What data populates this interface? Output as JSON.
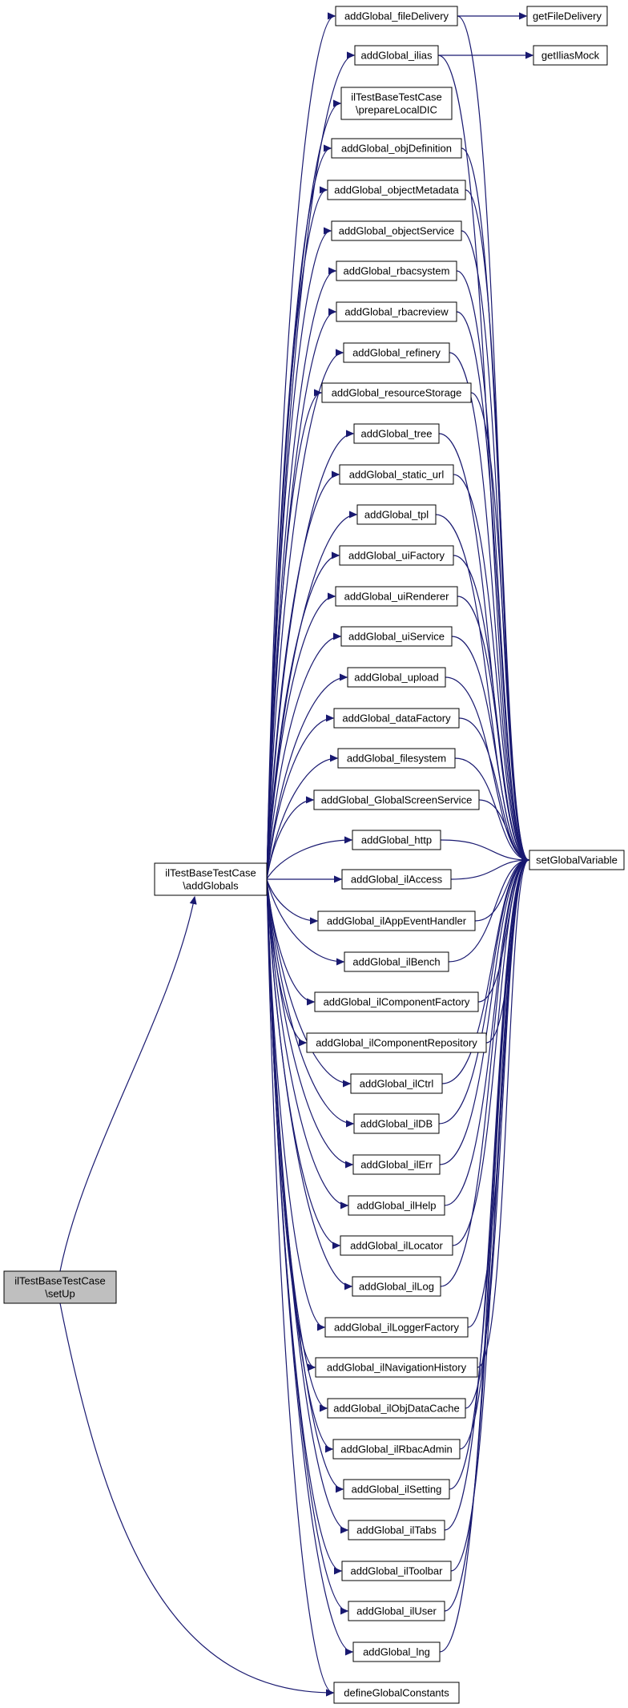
{
  "graph": {
    "root": "setUp",
    "nodes": [
      {
        "id": "setUp",
        "lines": [
          "ilTestBaseTestCase",
          "\\setUp"
        ],
        "highlighted": true
      },
      {
        "id": "addGlobals",
        "lines": [
          "ilTestBaseTestCase",
          "\\addGlobals"
        ]
      },
      {
        "id": "defineGlobalConstants",
        "lines": [
          "defineGlobalConstants"
        ]
      },
      {
        "id": "setGlobalVariable",
        "lines": [
          "setGlobalVariable"
        ]
      },
      {
        "id": "getFileDelivery",
        "lines": [
          "getFileDelivery"
        ]
      },
      {
        "id": "getIliasMock",
        "lines": [
          "getIliasMock"
        ]
      },
      {
        "id": "addGlobal_fileDelivery",
        "lines": [
          "addGlobal_fileDelivery"
        ]
      },
      {
        "id": "addGlobal_ilias",
        "lines": [
          "addGlobal_ilias"
        ]
      },
      {
        "id": "prepareLocalDIC",
        "lines": [
          "ilTestBaseTestCase",
          "\\prepareLocalDIC"
        ]
      },
      {
        "id": "addGlobal_objDefinition",
        "lines": [
          "addGlobal_objDefinition"
        ]
      },
      {
        "id": "addGlobal_objectMetadata",
        "lines": [
          "addGlobal_objectMetadata"
        ]
      },
      {
        "id": "addGlobal_objectService",
        "lines": [
          "addGlobal_objectService"
        ]
      },
      {
        "id": "addGlobal_rbacsystem",
        "lines": [
          "addGlobal_rbacsystem"
        ]
      },
      {
        "id": "addGlobal_rbacreview",
        "lines": [
          "addGlobal_rbacreview"
        ]
      },
      {
        "id": "addGlobal_refinery",
        "lines": [
          "addGlobal_refinery"
        ]
      },
      {
        "id": "addGlobal_resourceStorage",
        "lines": [
          "addGlobal_resourceStorage"
        ]
      },
      {
        "id": "addGlobal_tree",
        "lines": [
          "addGlobal_tree"
        ]
      },
      {
        "id": "addGlobal_static_url",
        "lines": [
          "addGlobal_static_url"
        ]
      },
      {
        "id": "addGlobal_tpl",
        "lines": [
          "addGlobal_tpl"
        ]
      },
      {
        "id": "addGlobal_uiFactory",
        "lines": [
          "addGlobal_uiFactory"
        ]
      },
      {
        "id": "addGlobal_uiRenderer",
        "lines": [
          "addGlobal_uiRenderer"
        ]
      },
      {
        "id": "addGlobal_uiService",
        "lines": [
          "addGlobal_uiService"
        ]
      },
      {
        "id": "addGlobal_upload",
        "lines": [
          "addGlobal_upload"
        ]
      },
      {
        "id": "addGlobal_dataFactory",
        "lines": [
          "addGlobal_dataFactory"
        ]
      },
      {
        "id": "addGlobal_filesystem",
        "lines": [
          "addGlobal_filesystem"
        ]
      },
      {
        "id": "addGlobal_GlobalScreenService",
        "lines": [
          "addGlobal_GlobalScreenService"
        ]
      },
      {
        "id": "addGlobal_http",
        "lines": [
          "addGlobal_http"
        ]
      },
      {
        "id": "addGlobal_ilAccess",
        "lines": [
          "addGlobal_ilAccess"
        ]
      },
      {
        "id": "addGlobal_ilAppEventHandler",
        "lines": [
          "addGlobal_ilAppEventHandler"
        ]
      },
      {
        "id": "addGlobal_ilBench",
        "lines": [
          "addGlobal_ilBench"
        ]
      },
      {
        "id": "addGlobal_ilComponentFactory",
        "lines": [
          "addGlobal_ilComponentFactory"
        ]
      },
      {
        "id": "addGlobal_ilComponentRepository",
        "lines": [
          "addGlobal_ilComponentRepository"
        ]
      },
      {
        "id": "addGlobal_ilCtrl",
        "lines": [
          "addGlobal_ilCtrl"
        ]
      },
      {
        "id": "addGlobal_ilDB",
        "lines": [
          "addGlobal_ilDB"
        ]
      },
      {
        "id": "addGlobal_ilErr",
        "lines": [
          "addGlobal_ilErr"
        ]
      },
      {
        "id": "addGlobal_ilHelp",
        "lines": [
          "addGlobal_ilHelp"
        ]
      },
      {
        "id": "addGlobal_ilLocator",
        "lines": [
          "addGlobal_ilLocator"
        ]
      },
      {
        "id": "addGlobal_ilLog",
        "lines": [
          "addGlobal_ilLog"
        ]
      },
      {
        "id": "addGlobal_ilLoggerFactory",
        "lines": [
          "addGlobal_ilLoggerFactory"
        ]
      },
      {
        "id": "addGlobal_ilNavigationHistory",
        "lines": [
          "addGlobal_ilNavigationHistory"
        ]
      },
      {
        "id": "addGlobal_ilObjDataCache",
        "lines": [
          "addGlobal_ilObjDataCache"
        ]
      },
      {
        "id": "addGlobal_ilRbacAdmin",
        "lines": [
          "addGlobal_ilRbacAdmin"
        ]
      },
      {
        "id": "addGlobal_ilSetting",
        "lines": [
          "addGlobal_ilSetting"
        ]
      },
      {
        "id": "addGlobal_ilTabs",
        "lines": [
          "addGlobal_ilTabs"
        ]
      },
      {
        "id": "addGlobal_ilToolbar",
        "lines": [
          "addGlobal_ilToolbar"
        ]
      },
      {
        "id": "addGlobal_ilUser",
        "lines": [
          "addGlobal_ilUser"
        ]
      },
      {
        "id": "addGlobal_lng",
        "lines": [
          "addGlobal_lng"
        ]
      }
    ],
    "edges": [
      [
        "setUp",
        "addGlobals"
      ],
      [
        "setUp",
        "defineGlobalConstants"
      ],
      [
        "addGlobal_fileDelivery",
        "getFileDelivery"
      ],
      [
        "addGlobal_ilias",
        "getIliasMock"
      ]
    ],
    "fan_out_parent": "addGlobals",
    "fan_in_target": "setGlobalVariable",
    "fan_in_excluded": [
      "prepareLocalDIC"
    ],
    "colors": {
      "edge": "#191970",
      "root_fill": "#bfbfbf",
      "node_fill": "#ffffff",
      "node_border": "#000000"
    }
  }
}
